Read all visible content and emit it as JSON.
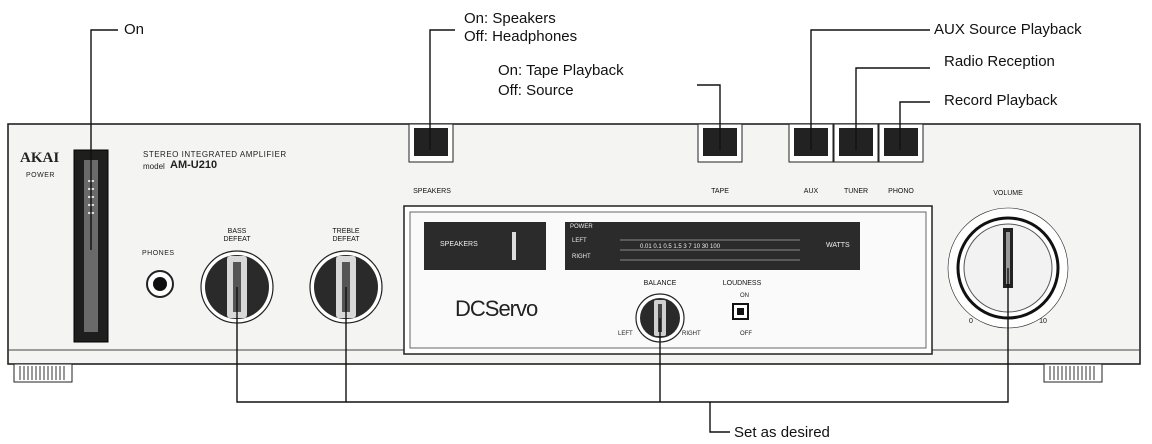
{
  "callouts": {
    "on": "On",
    "speakers_on": "On:  Speakers",
    "speakers_off": "Off: Headphones",
    "tape_on": "On:  Tape Playback",
    "tape_off": "Off:  Source",
    "aux": "AUX Source Playback",
    "tuner": "Radio Reception",
    "phono": "Record Playback",
    "set_as_desired": "Set as desired"
  },
  "panel": {
    "brand": "AKAI",
    "power": "POWER",
    "subtitle": "STEREO INTEGRATED AMPLIFIER",
    "model_prefix": "model",
    "model": "AM-U210",
    "phones": "PHONES",
    "bass": "BASS",
    "treble": "TREBLE",
    "defeat": "DEFEAT",
    "speakers_button": "SPEAKERS",
    "tape_button": "TAPE",
    "aux_button": "AUX",
    "tuner_button": "TUNER",
    "phono_button": "PHONO",
    "volume": "VOLUME",
    "balance": "BALANCE",
    "left": "LEFT",
    "right": "RIGHT",
    "loudness": "LOUDNESS",
    "loud_on": "ON",
    "loud_off": "OFF",
    "dc_servo": "DCServo",
    "display_speakers": "SPEAKERS",
    "meter_power": "POWER",
    "meter_left": "LEFT",
    "meter_right": "RIGHT",
    "meter_scale": "0.01  0.1  0.5  1.5  3   7  10    30      100",
    "watts": "WATTS",
    "volume_scale_0": "0",
    "volume_scale_10": "10"
  },
  "colors": {
    "panel_face": "#f4f4f2",
    "display": "#2b2b2b",
    "line": "#111111"
  }
}
